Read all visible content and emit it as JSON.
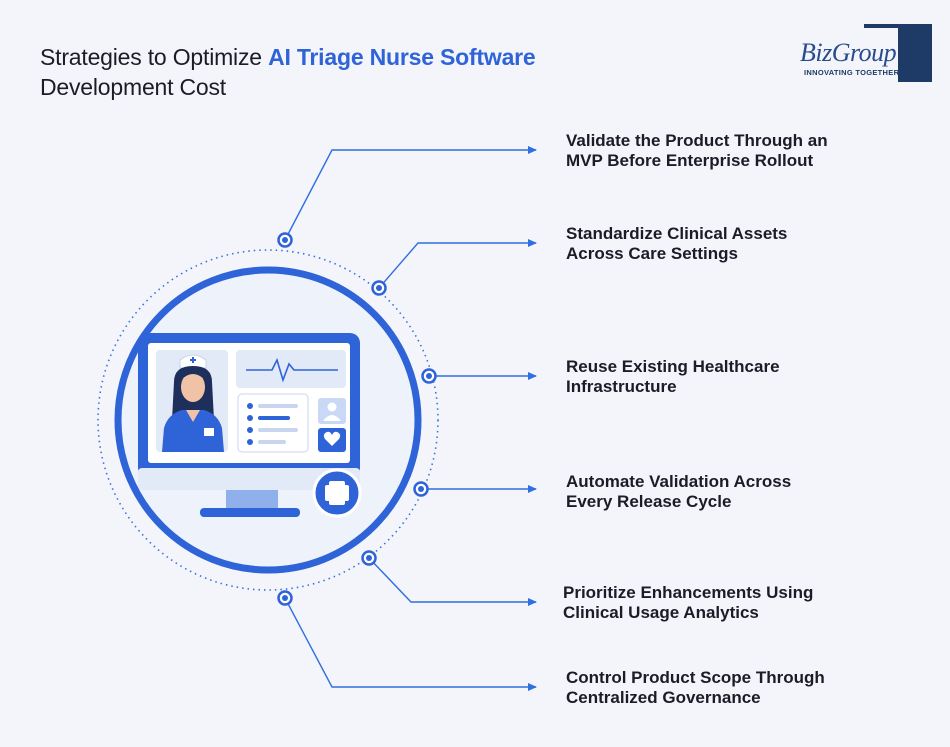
{
  "title": {
    "line1_prefix": "Strategies to Optimize ",
    "line1_accent": "AI Triage Nurse Software",
    "line2": "Development Cost"
  },
  "logo": {
    "name": "BizGroup",
    "tagline": "INNOVATING TOGETHER"
  },
  "strategies": [
    {
      "line1": "Validate the Product Through an",
      "line2": "MVP Before Enterprise Rollout"
    },
    {
      "line1": "Standardize Clinical Assets",
      "line2": "Across Care Settings"
    },
    {
      "line1": "Reuse Existing Healthcare",
      "line2": "Infrastructure"
    },
    {
      "line1": "Automate Validation Across",
      "line2": "Every Release Cycle"
    },
    {
      "line1": "Prioritize Enhancements Using",
      "line2": "Clinical Usage Analytics"
    },
    {
      "line1": "Control Product Scope Through",
      "line2": "Centralized Governance"
    }
  ],
  "colors": {
    "accent": "#2f63d8",
    "connector": "#2f6fe0",
    "background": "#f3f5fa",
    "text": "#1c1c28"
  },
  "illustration": {
    "main": "monitor-with-nurse",
    "icons": [
      "nurse-icon",
      "heartbeat-icon",
      "checklist-icon",
      "user-icon",
      "heart-icon",
      "medical-cross-icon"
    ]
  }
}
